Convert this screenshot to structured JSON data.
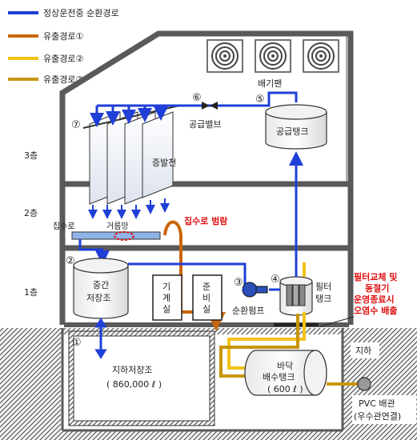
{
  "legend": [
    {
      "label": "정상운전중 순환경로",
      "color": "#1f3fd6"
    },
    {
      "label": "유출경로①",
      "color": "#c8660a"
    },
    {
      "label": "유출경로②",
      "color": "#f2c21a"
    },
    {
      "label": "유출경로③",
      "color": "#c8960a"
    }
  ],
  "floors": {
    "f3": "3층",
    "f2": "2층",
    "f1": "1층",
    "basement": "지하"
  },
  "labels": {
    "exhaust_fan": "배기팬",
    "valve_num": "⑥",
    "supply_valve": "공급밸브",
    "tank_num": "⑤",
    "supply_tank": "공급탱크",
    "evap_num": "⑦",
    "evap_cloth": "증발천",
    "collect_channel": "집수로",
    "strainer": "거름망",
    "overflow": "집수로 범람",
    "mid_num": "②",
    "mid_tank_1": "중간",
    "mid_tank_2": "저장조",
    "mech_room": "기계실",
    "prep_room": "준비실",
    "pump_num": "③",
    "pump": "순환펌프",
    "filter_num": "④",
    "filter_tank_1": "필터",
    "filter_tank_2": "탱크",
    "note_1": "필터교체 및",
    "note_2": "동절기",
    "note_3": "운영종료시",
    "note_4": "오염수 배출",
    "under_num": "①",
    "under_tank": "지하저장조",
    "under_capacity": "( 860,000 ℓ )",
    "floor_tank_1": "바닥",
    "floor_tank_2": "배수탱크",
    "floor_tank_cap": "( 600 ℓ )",
    "pvc_1": "PVC 배관",
    "pvc_2": "(우수관연결)"
  },
  "colors": {
    "circulation": "#1f3fd6",
    "outflow1": "#c8660a",
    "outflow2": "#f2c21a",
    "outflow3": "#c8960a",
    "wall": "#5a5a5a",
    "warning": "#e01010"
  }
}
